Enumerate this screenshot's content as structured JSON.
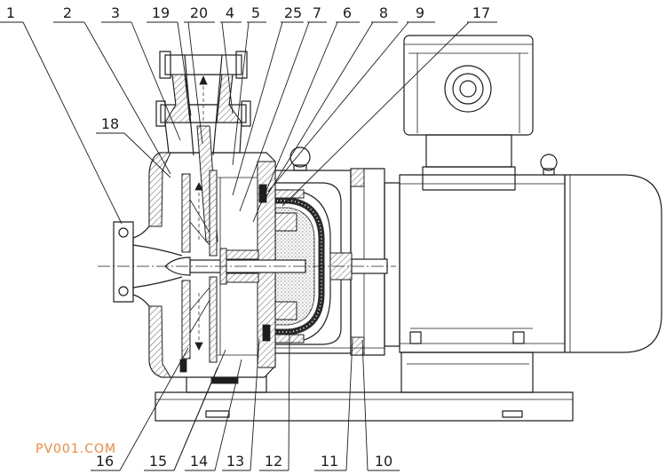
{
  "callouts": {
    "top": [
      "1",
      "2",
      "3",
      "19",
      "20",
      "4",
      "5",
      "25",
      "7",
      "6",
      "8",
      "9",
      "17"
    ],
    "left": [
      "18"
    ],
    "bottom": [
      "16",
      "15",
      "14",
      "13",
      "12",
      "11",
      "10"
    ]
  },
  "watermark": "PV001.COM",
  "colors": {
    "line": "#1e1e1e",
    "watermark": "#f08a3c",
    "background": "#ffffff"
  }
}
